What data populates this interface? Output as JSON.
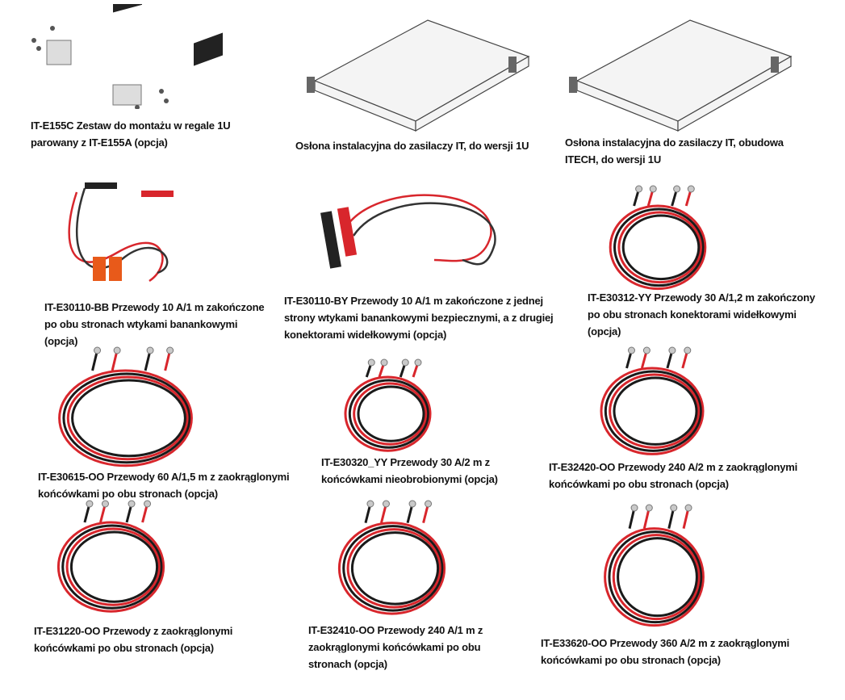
{
  "products": [
    {
      "caption": "IT-E155C Zestaw do montażu w regale 1U parowany z IT-E155A (opcja)",
      "image": "rack-mount-kit"
    },
    {
      "caption": "Osłona instalacyjna do zasilaczy IT, do wersji 1U",
      "image": "rack-shelf"
    },
    {
      "caption": "Osłona instalacyjna do zasilaczy IT, obudowa ITECH, do wersji 1U",
      "image": "rack-shelf"
    },
    {
      "caption": "IT-E30110-BB Przewody 10 A/1 m zakończone po obu stronach wtykami banankowymi (opcja)",
      "image": "banana-leads"
    },
    {
      "caption": "IT-E30110-BY  Przewody 10 A/1 m zakończone z jednej strony wtykami banankowymi bezpiecznymi, a z drugiej konektorami widełkowymi (opcja)",
      "image": "banana-fork-leads"
    },
    {
      "caption": "IT-E30312-YY  Przewody 30 A/1,2 m zakończony po obu stronach konektorami widełkowymi (opcja)",
      "image": "coil-cable"
    },
    {
      "caption": "IT-E30615-OO Przewody 60 A/1,5 m z zaokrąglonymi końcówkami po obu stronach (opcja)",
      "image": "coil-cable"
    },
    {
      "caption": "IT-E30320_YY Przewody 30 A/2 m z końcówkami nieobrobionymi (opcja)",
      "image": "coil-cable"
    },
    {
      "caption": "IT-E32420-OO Przewody 240 A/2 m z zaokrąglonymi końcówkami po obu stronach (opcja)",
      "image": "coil-cable"
    },
    {
      "caption": "IT-E31220-OO Przewody z zaokrąglonymi końcówkami po obu stronach (opcja)",
      "image": "coil-cable"
    },
    {
      "caption": "IT-E32410-OO Przewody 240 A/1 m z zaokrąglonymi końcówkami po obu stronach (opcja)",
      "image": "coil-cable"
    },
    {
      "caption": "IT-E33620-OO Przewody 360 A/2 m z zaokrąglonymi końcówkami po obu stronach (opcja)",
      "image": "coil-cable"
    }
  ],
  "colors": {
    "red": "#d8262c",
    "black": "#1a1a1a"
  }
}
